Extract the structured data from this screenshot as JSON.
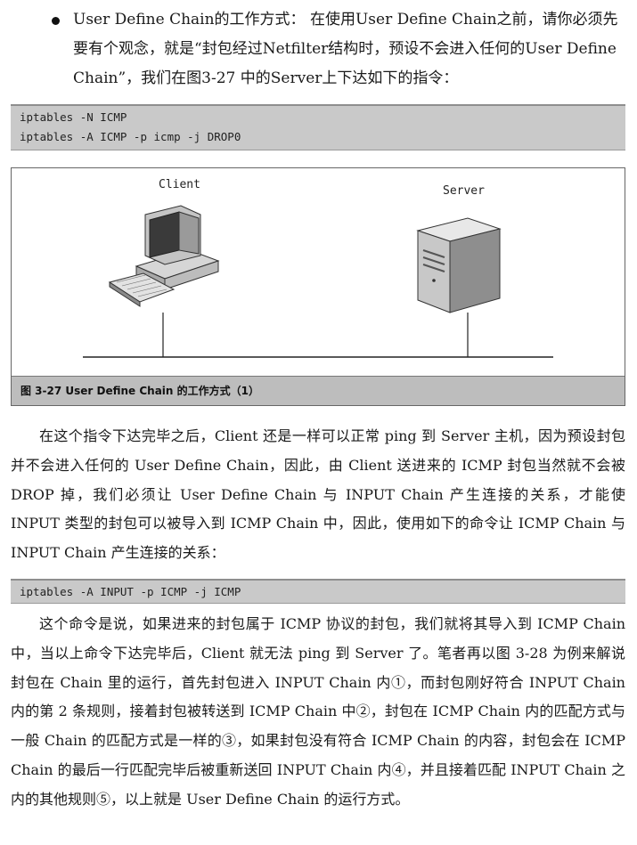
{
  "bullet": {
    "text": "User Define Chain的工作方式： 在使用User Define Chain之前，请你必须先要有个观念，就是“封包经过Netfilter结构时，预设不会进入任何的User Define Chain”，我们在图3-27 中的Server上下达如下的指令："
  },
  "code_block_1": {
    "lines": [
      "iptables -N ICMP",
      "iptables -A ICMP -p icmp -j DROP0"
    ]
  },
  "figure": {
    "client_label": "Client",
    "server_label": "Server",
    "caption": "图 3-27  User Define Chain 的工作方式（1）"
  },
  "paragraph_1": "在这个指令下达完毕之后，Client 还是一样可以正常 ping 到 Server 主机，因为预设封包并不会进入任何的 User Define Chain，因此，由 Client 送进来的 ICMP 封包当然就不会被 DROP 掉，我们必须让 User Define Chain 与 INPUT Chain 产生连接的关系，才能使 INPUT 类型的封包可以被导入到 ICMP Chain 中，因此，使用如下的命令让 ICMP Chain 与 INPUT Chain 产生连接的关系：",
  "code_block_2": {
    "line": "iptables -A INPUT -p ICMP -j ICMP"
  },
  "paragraph_2": "这个命令是说，如果进来的封包属于 ICMP 协议的封包，我们就将其导入到 ICMP Chain 中，当以上命令下达完毕后，Client 就无法 ping 到 Server 了。笔者再以图 3-28 为例来解说封包在 Chain 里的运行，首先封包进入 INPUT Chain 内①，而封包刚好符合 INPUT Chain 内的第 2 条规则，接着封包被转送到 ICMP  Chain 中②，封包在 ICMP Chain 内的匹配方式与一般 Chain 的匹配方式是一样的③，如果封包没有符合 ICMP Chain 的内容，封包会在 ICMP Chain 的最后一行匹配完毕后被重新送回 INPUT Chain 内④，并且接着匹配 INPUT Chain 之内的其他规则⑤，以上就是 User Define Chain 的运行方式。"
}
